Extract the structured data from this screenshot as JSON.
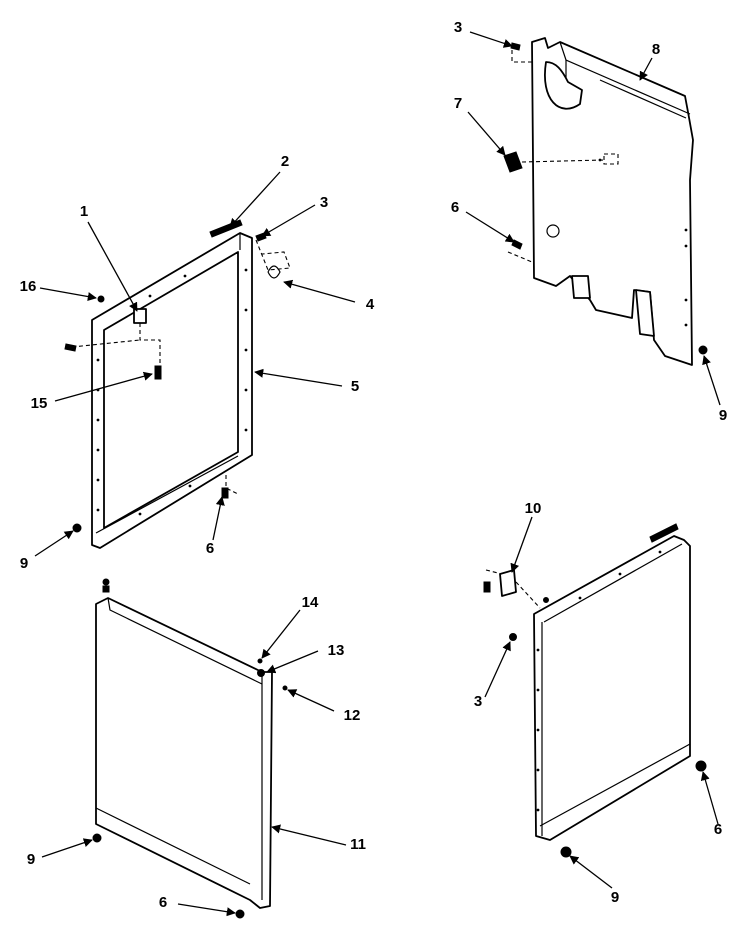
{
  "callouts": [
    {
      "id": "c1",
      "label": "1"
    },
    {
      "id": "c2",
      "label": "2"
    },
    {
      "id": "c3a",
      "label": "3"
    },
    {
      "id": "c16",
      "label": "16"
    },
    {
      "id": "c4",
      "label": "4"
    },
    {
      "id": "c15",
      "label": "15"
    },
    {
      "id": "c5",
      "label": "5"
    },
    {
      "id": "c9a",
      "label": "9"
    },
    {
      "id": "c6a",
      "label": "6"
    },
    {
      "id": "c3b",
      "label": "3"
    },
    {
      "id": "c8",
      "label": "8"
    },
    {
      "id": "c7",
      "label": "7"
    },
    {
      "id": "c6b",
      "label": "6"
    },
    {
      "id": "c9b",
      "label": "9"
    },
    {
      "id": "c14",
      "label": "14"
    },
    {
      "id": "c13",
      "label": "13"
    },
    {
      "id": "c12",
      "label": "12"
    },
    {
      "id": "c11",
      "label": "11"
    },
    {
      "id": "c9c",
      "label": "9"
    },
    {
      "id": "c6c",
      "label": "6"
    },
    {
      "id": "c10",
      "label": "10"
    },
    {
      "id": "c3c",
      "label": "3"
    },
    {
      "id": "c6d",
      "label": "6"
    },
    {
      "id": "c9d",
      "label": "9"
    }
  ]
}
